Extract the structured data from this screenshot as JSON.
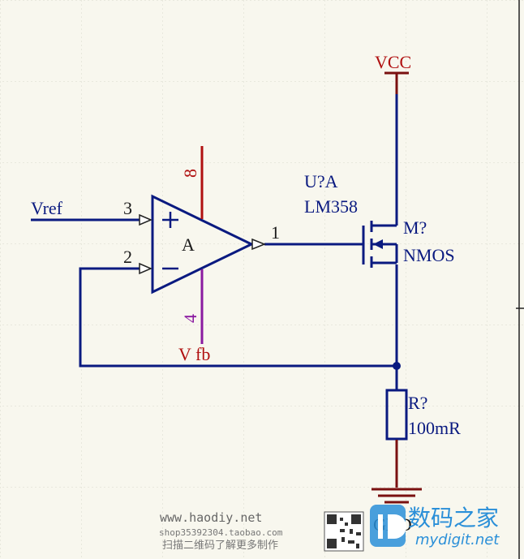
{
  "components": {
    "opamp": {
      "designator": "U?A",
      "part": "LM358",
      "unit": "A"
    },
    "mosfet": {
      "designator": "M?",
      "part": "NMOS"
    },
    "resistor": {
      "designator": "R?",
      "value": "100mR"
    }
  },
  "pins": {
    "in_plus": "3",
    "in_minus": "2",
    "out": "1",
    "vcc_pin": "8",
    "gnd_pin": "4"
  },
  "nets": {
    "vref": "Vref",
    "vfb": "V  fb",
    "vcc": "VCC",
    "gnd": "GND"
  },
  "watermark": {
    "url": "www.haodiy.net",
    "shop": "shop35392304.taobao.com",
    "scan_note": "扫描二维码了解更多制作",
    "brand_cn": "数码之家",
    "brand_en": "mydigit.net"
  },
  "colors": {
    "wire": "#0a1a80",
    "power_pin": "#b01010",
    "gnd_pin": "#8a1aa0",
    "background": "#f8f7ee"
  }
}
